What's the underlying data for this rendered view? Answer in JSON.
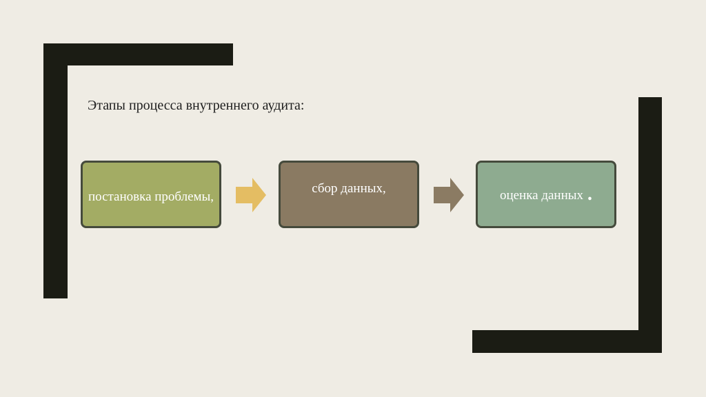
{
  "title": "Этапы процесса внутреннего аудита:",
  "steps": [
    {
      "label": "постановка проблемы,",
      "fill": "#a3ac64"
    },
    {
      "label": "сбор данных,",
      "fill": "#8a7a62"
    },
    {
      "label": "оценка данных",
      "suffix": ".",
      "fill": "#8eab90"
    }
  ],
  "arrows": [
    {
      "color": "#e4bd63"
    },
    {
      "color": "#8b7b63"
    }
  ],
  "colors": {
    "background": "#efece4",
    "frame": "#1b1c14",
    "box_border": "#454a3c"
  }
}
